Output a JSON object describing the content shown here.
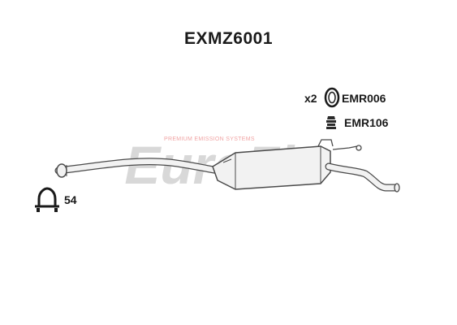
{
  "part_number": "EXMZ6001",
  "watermark": {
    "brand": "EuroFlo",
    "tagline": "PREMIUM EMISSION SYSTEMS"
  },
  "parts": [
    {
      "quantity": "x2",
      "code": "EMR006",
      "icon": "exhaust-ring-gasket-icon"
    },
    {
      "quantity": "",
      "code": "EMR106",
      "icon": "rubber-hanger-icon"
    },
    {
      "quantity": "",
      "code": "54",
      "icon": "u-bolt-clamp-icon"
    }
  ],
  "colors": {
    "text": "#1a1a1a",
    "pipe_fill": "#f2f2f2",
    "pipe_stroke": "#4a4a4a",
    "watermark": "#c8c8c8",
    "watermark_accent": "#f0a4a4"
  }
}
